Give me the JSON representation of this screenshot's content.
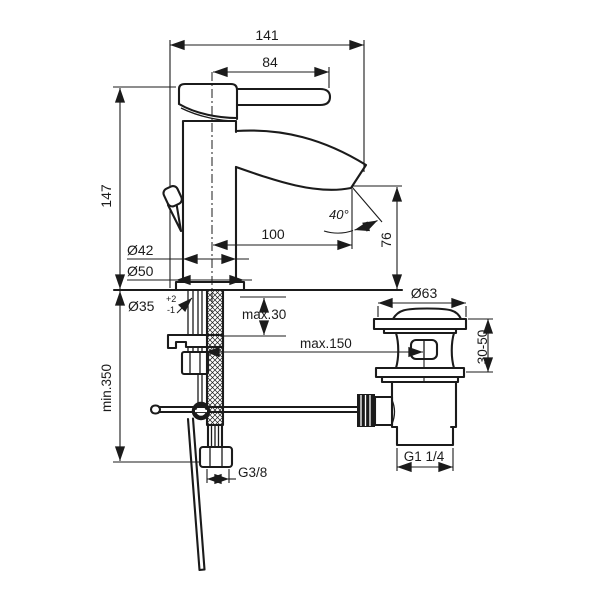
{
  "drawing": {
    "kind": "basin-mixer-installation-dimension-drawing",
    "background": "#ffffff",
    "line_color": "#1b1b1b",
    "labels": {
      "width_total": "141",
      "width_handle": "84",
      "height_body": "147",
      "reach_spout": "100",
      "angle_spout": "40°",
      "height_outlet": "76",
      "dia_body": "Ø42",
      "dia_base": "Ø50",
      "dia_hole": "Ø35",
      "dia_hole_tol_plus": "+2",
      "dia_hole_tol_minus": "-1",
      "deck_thickness": "max.30",
      "rod_reach": "max.150",
      "hose_length": "min.350",
      "thread_supply": "G3/8",
      "dia_waste_flange": "Ø63",
      "range_waste_height": "30-50",
      "thread_waste": "G1 1/4"
    }
  }
}
